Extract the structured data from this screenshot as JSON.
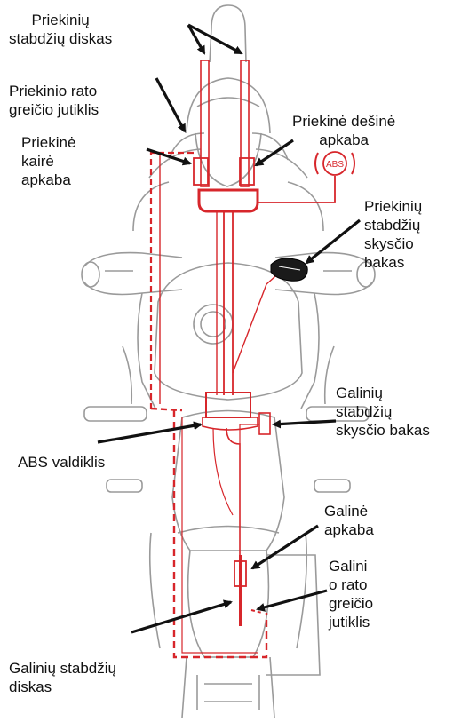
{
  "labels": {
    "front_discs": "Priekinių\nstabdžių diskas",
    "front_speed_sensor": "Priekinio rato\ngreičio jutiklis",
    "front_left_caliper": "Priekinė\nkairė\napkaba",
    "front_right_caliper": "Priekinė dešinė\napkaba",
    "front_fluid_reservoir": "Priekinių\nstabdžių\nskysčio\nbakas",
    "rear_fluid_reservoir": "Galinių\nstabdžių\nskysčio bakas",
    "abs_controller": "ABS valdiklis",
    "rear_caliper": "Galinė\napkaba",
    "rear_speed_sensor": "Galini\no rato\ngreičio\njutiklis",
    "rear_disc": "Galinių stabdžių\ndiskas"
  },
  "abs_badge": "ABS",
  "colors": {
    "brake_line": "#d7262b",
    "outline": "#9a9a9a",
    "arrow": "#111111"
  }
}
